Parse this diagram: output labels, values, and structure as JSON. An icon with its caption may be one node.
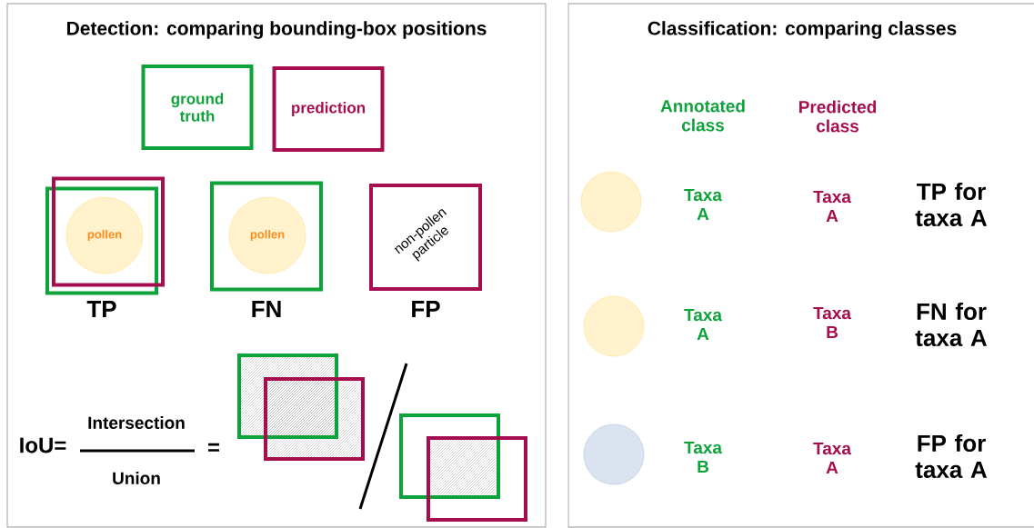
{
  "diagram": {
    "nodes": [
      {
        "text": [
          "Detection: comparing bounding-box positions"
        ]
      },
      {
        "text": [
          "ground truth"
        ],
        "in": 0
      },
      {
        "text": [
          "prediction"
        ],
        "in": 0
      },
      {
        "text": [],
        "shape": "box",
        "in": 0,
        "beside": [
          "TP"
        ]
      },
      {
        "text": [],
        "shape": "box",
        "in": 0
      },
      {
        "text": [
          "pollen"
        ],
        "in": 3
      },
      {
        "text": [],
        "shape": "box",
        "in": 0,
        "beside": [
          "FN"
        ]
      },
      {
        "text": [
          "pollen"
        ],
        "in": 6
      },
      {
        "text": [
          "non-pollen particle"
        ],
        "in": 0,
        "beside": [
          "FP"
        ]
      },
      {
        "text": [
          "Classification: comparing classes"
        ]
      },
      {
        "text": [],
        "shape": "circle",
        "in": 9
      },
      {
        "text": [],
        "shape": "circle",
        "in": 9
      },
      {
        "text": [],
        "shape": "circle",
        "in": 9
      }
    ],
    "labels": [
      "IoU=",
      "Intersection",
      "Union",
      "=",
      "Annotated class",
      "Predicted class",
      "Taxa A",
      "Taxa A",
      "TP for taxa A",
      "Taxa A",
      "Taxa B",
      "FN for taxa A",
      "Taxa B",
      "Taxa A",
      "FP for taxa A"
    ]
  }
}
